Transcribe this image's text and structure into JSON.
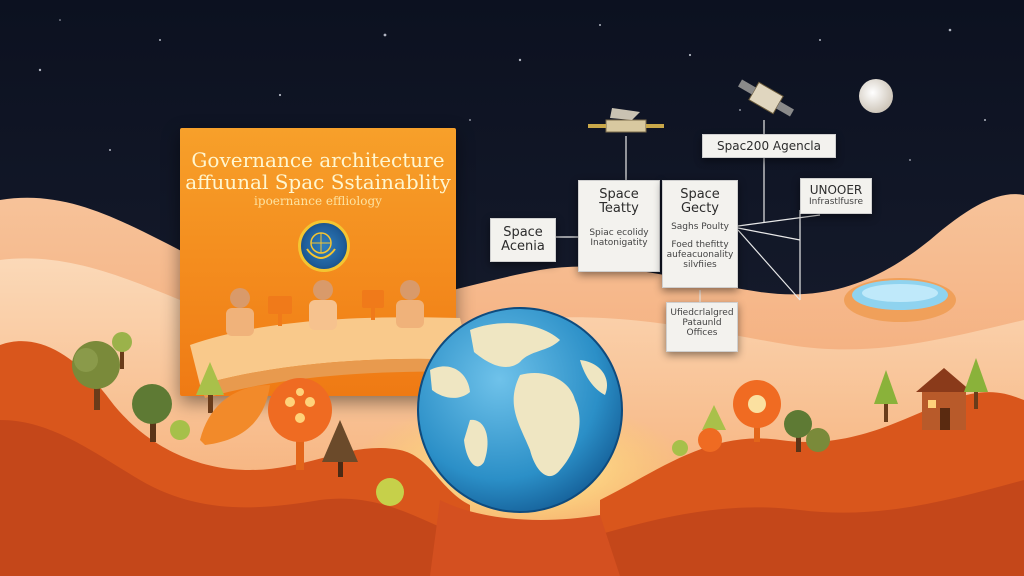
{
  "panel": {
    "title_line1": "Governance architecture",
    "title_line2": "affuunal Spac Sstainablity",
    "subtitle": "ipoernance effliology"
  },
  "cards": {
    "space_agenda": {
      "title": "Space",
      "title2": "Acenia"
    },
    "space_treaty": {
      "title": "Space",
      "title2": "Teatty",
      "sub1": "Spiac ecolidy",
      "sub2": "Inatonigatity"
    },
    "space_cecty": {
      "title": "Space",
      "title2": "Gecty",
      "sub1": "Saghs Poulty",
      "sub2": "Foed thefitty",
      "sub3": "aufeacuonality",
      "sub4": "silvfiies"
    },
    "space2030": {
      "title": "Spac200 Agencla"
    },
    "unooer": {
      "title": "UNOOER",
      "sub": "Infrastlfusre"
    },
    "offices": {
      "line1": "Ufiedcrlalgred",
      "line2": "Pataunld",
      "line3": "Offices"
    }
  },
  "colors": {
    "sky": "#0f1422",
    "panel": "#f3891c",
    "terrain_far": "#f6b27f",
    "terrain_near": "#d6531a",
    "ocean": "#2b8fc7",
    "land": "#efe6c2"
  },
  "icons": [
    "satellite-icon",
    "moon-icon",
    "globe-icon",
    "un-emblem-icon",
    "tree-icon",
    "house-icon",
    "crater-pool-icon"
  ]
}
